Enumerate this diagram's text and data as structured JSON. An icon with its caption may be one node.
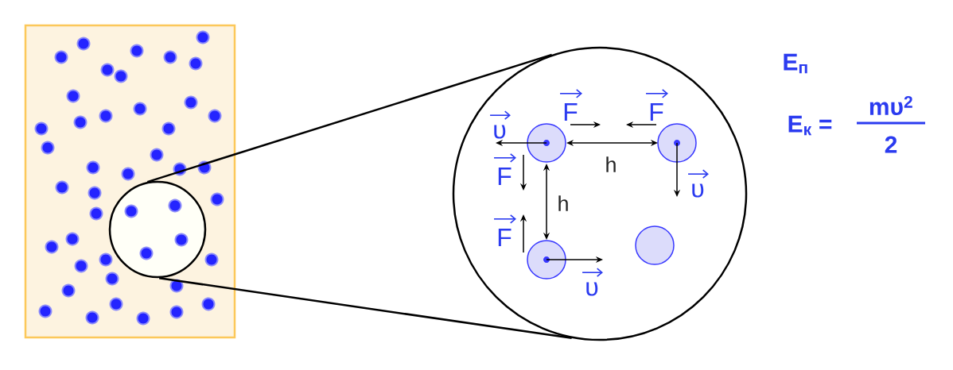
{
  "diagram": {
    "nodes": [
      {
        "text": [],
        "shape": "circle"
      },
      {
        "text": [],
        "shape": "circle"
      }
    ],
    "edges": [
      {
        "from": 0,
        "to": 1,
        "arrow": "none"
      },
      {
        "from": 0,
        "to": 1,
        "arrow": "none"
      }
    ],
    "labels": [
      "E$_{п}$",
      "E$_{к}$ =",
      "mυ$^{2}$",
      "2",
      "υ",
      "F",
      "F",
      "F",
      "h",
      "υ",
      "h",
      "F",
      "υ"
    ]
  }
}
